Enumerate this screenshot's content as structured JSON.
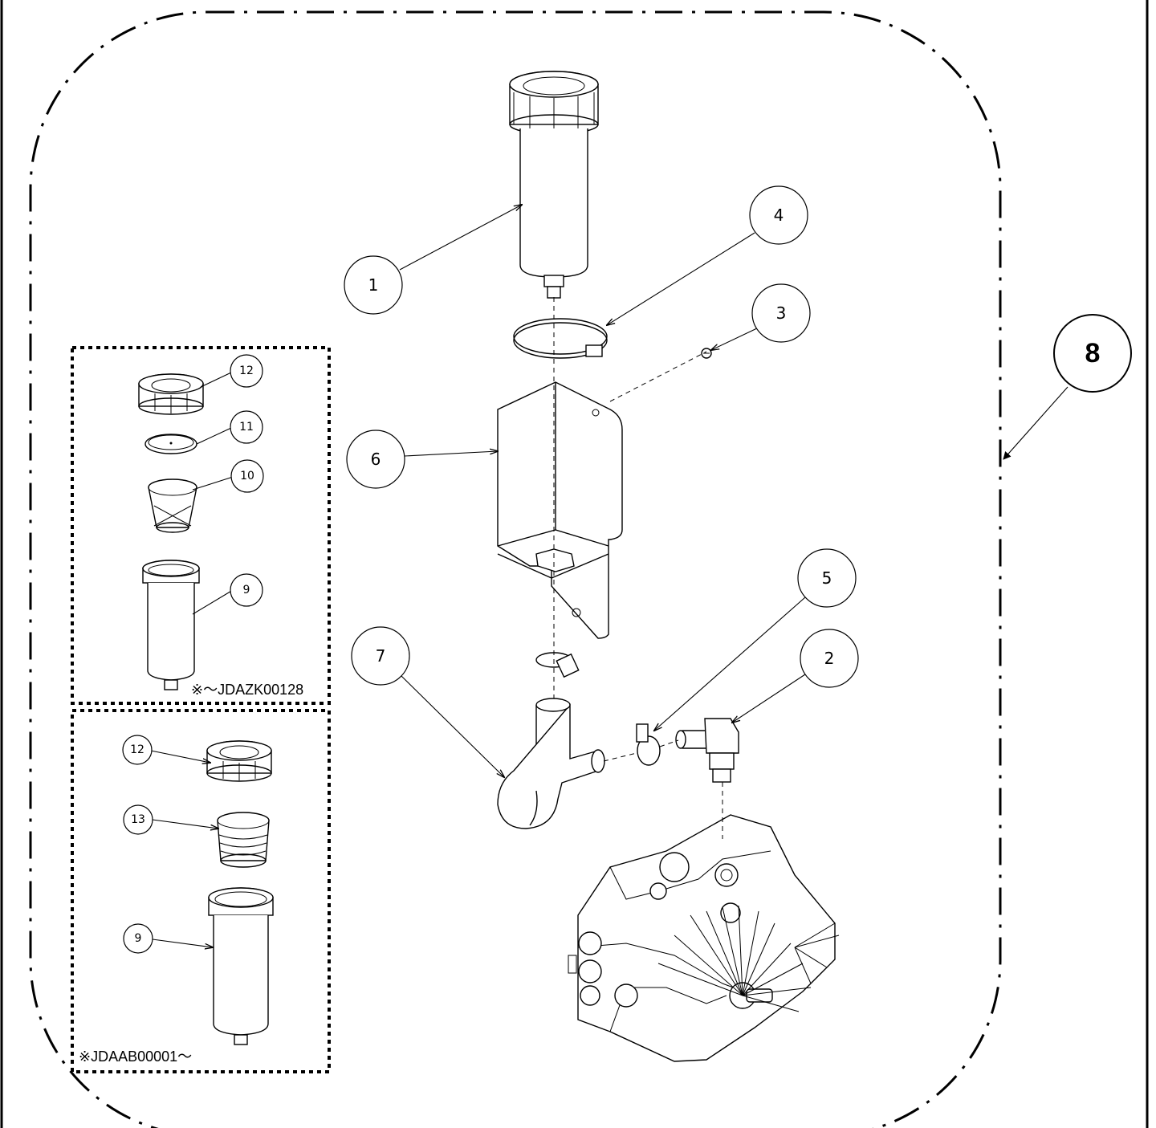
{
  "callouts": {
    "c1": "1",
    "c2": "2",
    "c3": "3",
    "c4": "4",
    "c5": "5",
    "c6": "6",
    "c7": "7",
    "c8": "8",
    "c9a": "9",
    "c10": "10",
    "c11": "11",
    "c12a": "12",
    "c9b": "9",
    "c12b": "12",
    "c13": "13"
  },
  "notes": {
    "serial_old": "※～JDAZK00128",
    "serial_new": "※JDAAB00001～"
  }
}
